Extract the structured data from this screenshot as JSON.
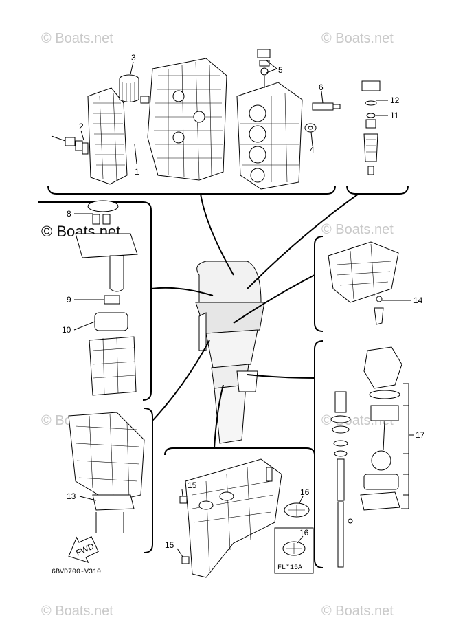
{
  "watermarks": {
    "top_left": "© Boats.net",
    "top_right": "© Boats.net",
    "mid_left_dark": "© Boats.net",
    "mid_right": "© Boats.net",
    "lower_left": "© Boats.net",
    "lower_right": "© Boats.net",
    "bottom_left": "© Boats.net",
    "bottom_right": "© Boats.net"
  },
  "callouts": {
    "n1": "1",
    "n2": "2",
    "n3": "3",
    "n4": "4",
    "n5": "5",
    "n6": "6",
    "n8": "8",
    "n9": "9",
    "n10": "10",
    "n11": "11",
    "n12": "12",
    "n13": "13",
    "n14": "14",
    "n15a": "15",
    "n15b": "15",
    "n16a": "16",
    "n16b": "16",
    "n17": "17"
  },
  "fwd_label": "FWD",
  "inset_label": "FL*15A",
  "diagram_code": "6BVD700-V310"
}
